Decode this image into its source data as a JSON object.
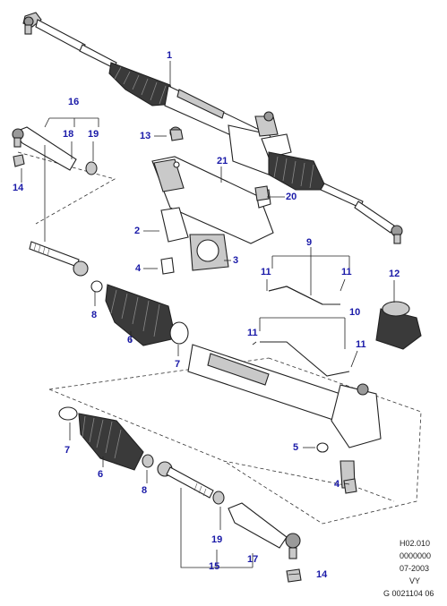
{
  "diagram": {
    "callouts": {
      "c1": "1",
      "c16": "16",
      "c18": "18",
      "c19a": "19",
      "c13": "13",
      "c21": "21",
      "c14a": "14",
      "c20": "20",
      "c2": "2",
      "c9": "9",
      "c4a": "4",
      "c3": "3",
      "c11a": "11",
      "c11b": "11",
      "c12": "12",
      "c8a": "8",
      "c6a": "6",
      "c10": "10",
      "c11c": "11",
      "c11d": "11",
      "c7a": "7",
      "c7b": "7",
      "c5": "5",
      "c6b": "6",
      "c8b": "8",
      "c4b": "4",
      "c19b": "19",
      "c17": "17",
      "c15": "15",
      "c14b": "14"
    },
    "reference_block": {
      "line1": "H02.010",
      "line2": "0000000",
      "line3": "07-2003",
      "line4": "VY",
      "line5": "G 0021104 06"
    }
  },
  "colors": {
    "callout": "#1a1aa8",
    "line": "#222222",
    "part_shade": "#c9c9c9",
    "boot": "#3a3a3a"
  }
}
